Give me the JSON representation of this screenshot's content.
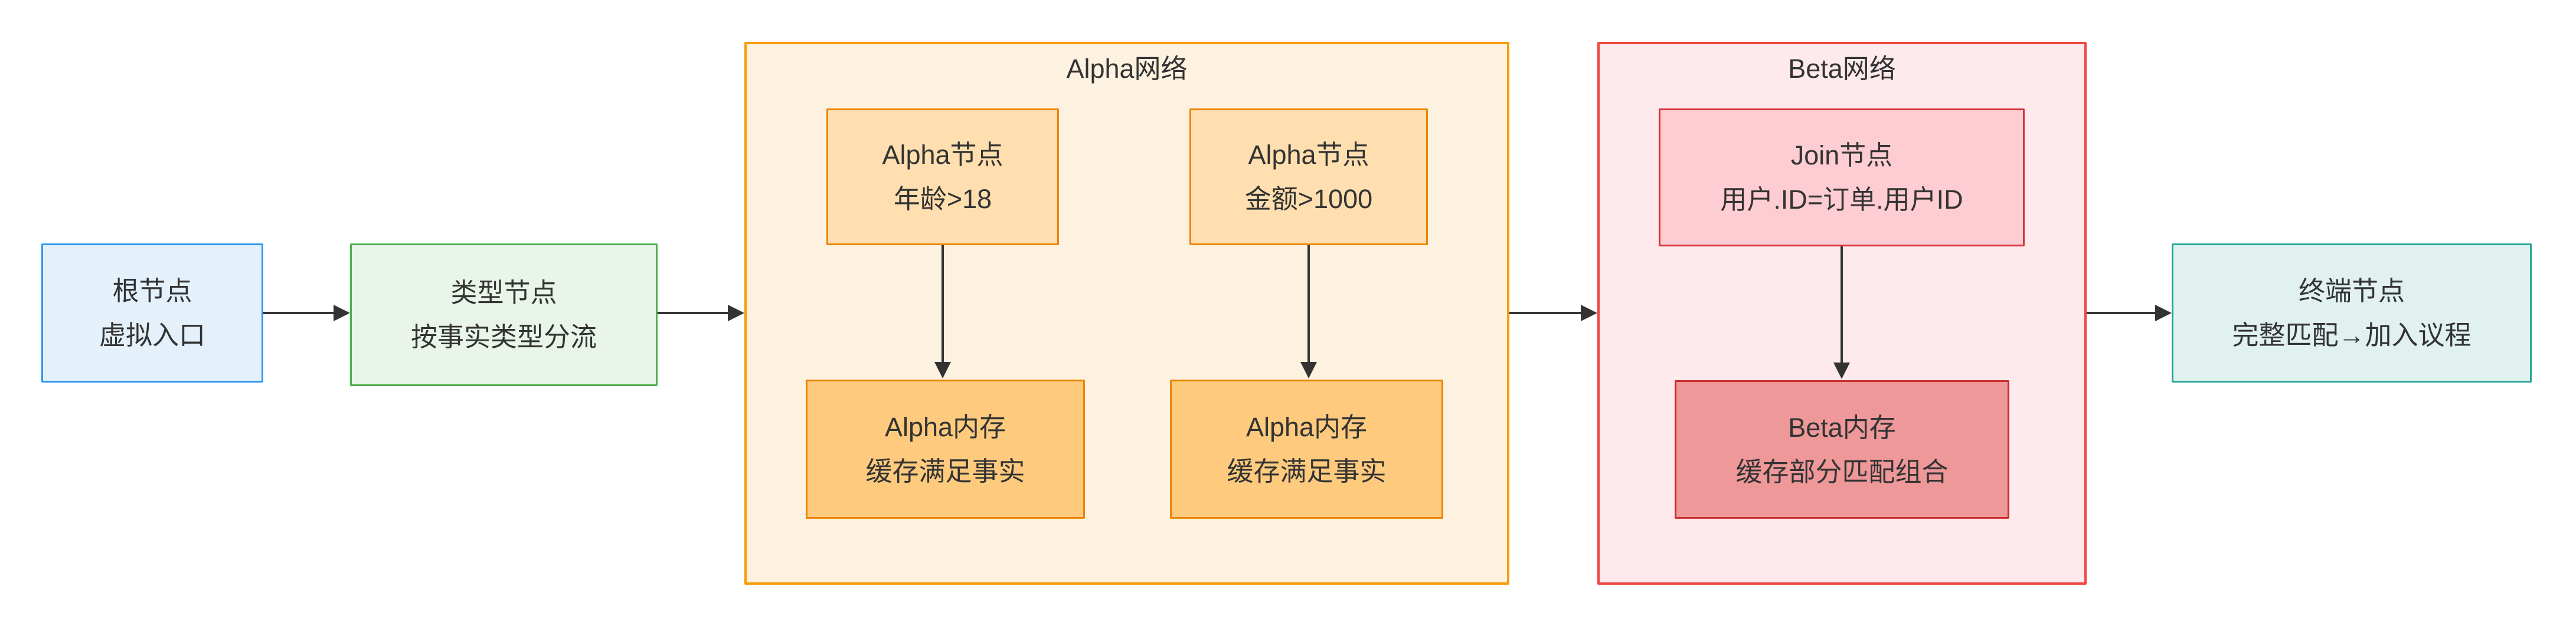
{
  "containers": {
    "alpha": {
      "title": "Alpha网络"
    },
    "beta": {
      "title": "Beta网络"
    }
  },
  "nodes": {
    "root": {
      "lines": [
        "根节点",
        "虚拟入口"
      ]
    },
    "type": {
      "lines": [
        "类型节点",
        "按事实类型分流"
      ]
    },
    "alpha_node_age": {
      "lines": [
        "Alpha节点",
        "年龄>18"
      ]
    },
    "alpha_node_amount": {
      "lines": [
        "Alpha节点",
        "金额>1000"
      ]
    },
    "alpha_memory_left": {
      "lines": [
        "Alpha内存",
        "缓存满足事实"
      ]
    },
    "alpha_memory_right": {
      "lines": [
        "Alpha内存",
        "缓存满足事实"
      ]
    },
    "join": {
      "lines": [
        "Join节点",
        "用户.ID=订单.用户ID"
      ]
    },
    "beta_memory": {
      "lines": [
        "Beta内存",
        "缓存部分匹配组合"
      ]
    },
    "terminal": {
      "lines": [
        "终端节点",
        "完整匹配→加入议程"
      ]
    }
  },
  "palette": {
    "root": {
      "fill": "#e4f1fb",
      "border": "#2e96f5"
    },
    "type": {
      "fill": "#e9f5e9",
      "border": "#4caf50"
    },
    "alpha_container": {
      "fill": "#fdf2e0",
      "border": "#fa9b0a"
    },
    "alpha_node": {
      "fill": "#ffdfb0",
      "border": "#ee8301"
    },
    "alpha_memory": {
      "fill": "#fecb7e",
      "border": "#ee8301"
    },
    "beta_container": {
      "fill": "#feeaed",
      "border": "#ef4743"
    },
    "join_node": {
      "fill": "#fecdd3",
      "border": "#d23535"
    },
    "beta_memory": {
      "fill": "#ee9899",
      "border": "#c92c2c"
    },
    "terminal": {
      "fill": "#e0f1f0",
      "border": "#25a69a"
    },
    "arrow": "#333333",
    "text": "#333333",
    "background": "#ffffff"
  }
}
